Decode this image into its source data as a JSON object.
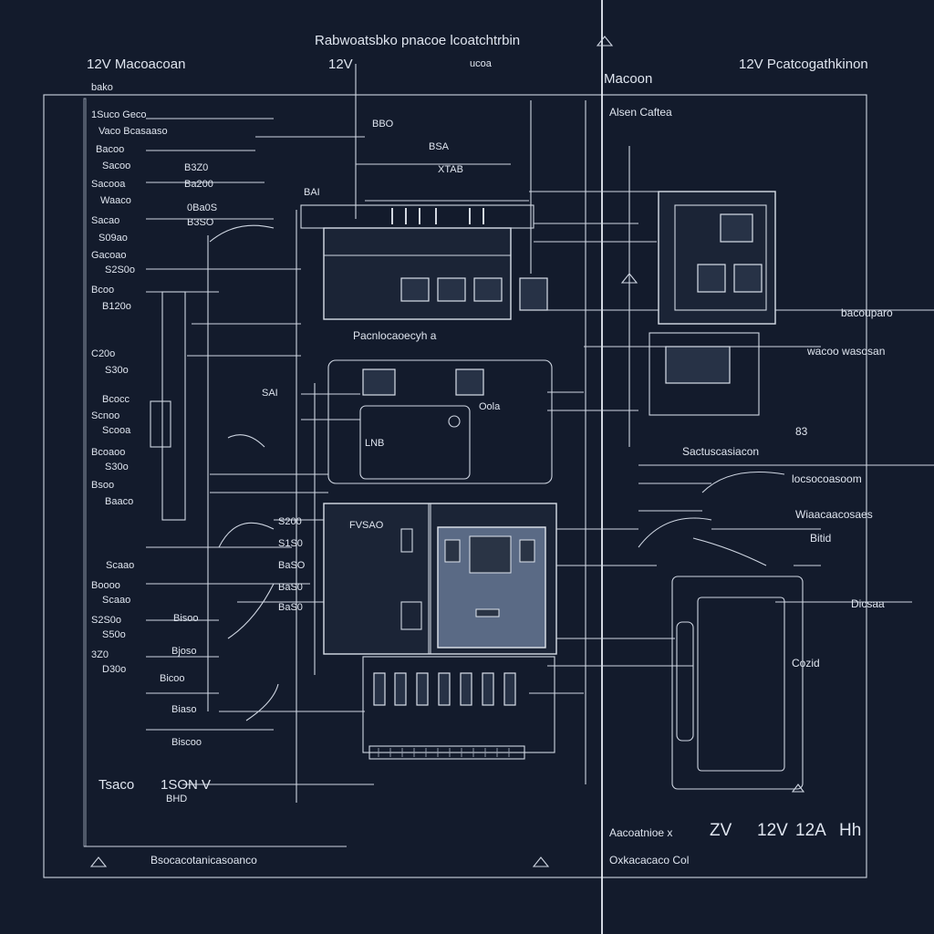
{
  "title": "Rabwoatsbko pnacoe lcoatchtrbin",
  "labels": {
    "top_left": "12V Macoacoan",
    "top_12v": "12V",
    "top_mid_small": "ucoa",
    "top_right": "12V Pcatcogathkinon",
    "macoon": "Macoon",
    "alsen": "Alsen Caftea",
    "corner_tl": "bako",
    "panel_caption": "Pacnlocaoecyh a",
    "right_bacou": "bacouparo",
    "right_wacoo": "wacoo wasosan",
    "right_sacou": "Sactuscasiacon",
    "right_locso": "locsocoasoom",
    "right_wiacoo": "Wiaacaacosaes",
    "right_bitid": "Bitid",
    "right_dicsaa": "Dicsaa",
    "right_cozid": "Cozid",
    "bottom_tsaco": "Tsaco",
    "bottom_volt": "1SON V",
    "bottom_sub": "BHD",
    "bottom_left_long": "Bsocacotanicasoanco",
    "bottom_right_1": "Aacoatnioe x",
    "bottom_right_zv": "ZV",
    "bottom_right_12v": "12V",
    "bottom_right_12a": "12A",
    "bottom_right_hh": "Hh",
    "bottom_center": "Oxkacacaco Col",
    "mid_bbo": "BBO",
    "mid_bsa": "BSA",
    "mid_xtab": "XTAB",
    "mid_oola": "Oola",
    "mid_lnb": "LNB",
    "mid_sai": "SAI",
    "mid_bai": "BAI",
    "ctrl_label": "FVSAO",
    "small_3": "83"
  },
  "left_column": [
    "1Suco Geco",
    "Vaco Bcasaaso",
    "Bacoo",
    "Sacoo",
    "Sacooa",
    "Waaco",
    "Sacao",
    "S09ao",
    "Gacoao",
    "S2S0o",
    "Bcoo",
    "B120o",
    "C20o",
    "S30o",
    "Bcocc",
    "Scnoo",
    "Scooa",
    "Bcoaoo",
    "S30o",
    "Bsoo",
    "Baaco",
    "Scaao",
    "Boooo",
    "Scaao",
    "S2S0o",
    "S50o",
    "3Z0",
    "D30o"
  ],
  "left_inner": [
    "B3Z0",
    "Ba200",
    "0Ba0S",
    "B3SO",
    "S200",
    "S1S0",
    "BaSO",
    "BaS0",
    "BaS0",
    "Bisoo",
    "Bjoso",
    "Bicoo",
    "Biaso",
    "Biscoo"
  ]
}
